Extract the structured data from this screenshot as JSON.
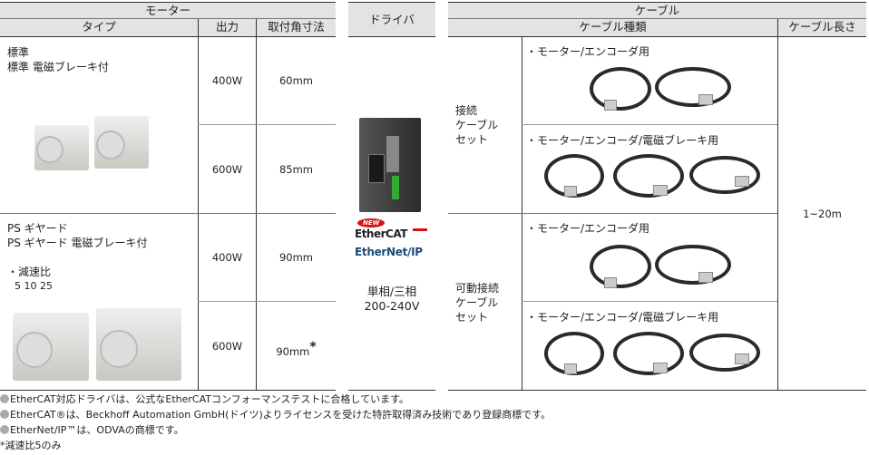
{
  "motor": {
    "header": "モーター",
    "col_type": "タイプ",
    "col_output": "出力",
    "col_size": "取付角寸法",
    "groups": [
      {
        "type_lines": [
          "標準",
          "標準 電磁ブレーキ付"
        ],
        "rows": [
          {
            "output": "400W",
            "size": "60mm"
          },
          {
            "output": "600W",
            "size": "85mm"
          }
        ]
      },
      {
        "type_lines": [
          "PS ギヤード",
          "PS ギヤード 電磁ブレーキ付"
        ],
        "ratio_label": "・減速比",
        "ratio_values": "5  10  25",
        "rows": [
          {
            "output": "400W",
            "size": "90mm"
          },
          {
            "output": "600W",
            "size": "90mm",
            "mark": "*"
          }
        ]
      }
    ]
  },
  "driver": {
    "header": "ドライバ",
    "badge_new": "NEW",
    "logo_ethercat": "EtherCAT",
    "logo_ethernetip": "EtherNet/IP",
    "power_line1": "単相/三相",
    "power_line2": "200-240V"
  },
  "cable": {
    "header": "ケーブル",
    "col_type": "ケーブル種類",
    "col_length": "ケーブル長さ",
    "length": "1~20m",
    "groups": [
      {
        "label_lines": [
          "接続",
          "ケーブル",
          "セット"
        ],
        "items": [
          "・モーター/エンコーダ用",
          "・モーター/エンコーダ/電磁ブレーキ用"
        ]
      },
      {
        "label_lines": [
          "可動接続",
          "ケーブル",
          "セット"
        ],
        "items": [
          "・モーター/エンコーダ用",
          "・モーター/エンコーダ/電磁ブレーキ用"
        ]
      }
    ]
  },
  "notes": [
    "EtherCAT対応ドライバは、公式なEtherCATコンフォーマンステストに合格しています。",
    "EtherCAT®は、Beckhoff Automation GmbH(ドイツ)よりライセンスを受けた特許取得済み技術であり登録商標です。",
    "EtherNet/IP™は、ODVAの商標です。"
  ],
  "footnote": "*減速比5のみ"
}
